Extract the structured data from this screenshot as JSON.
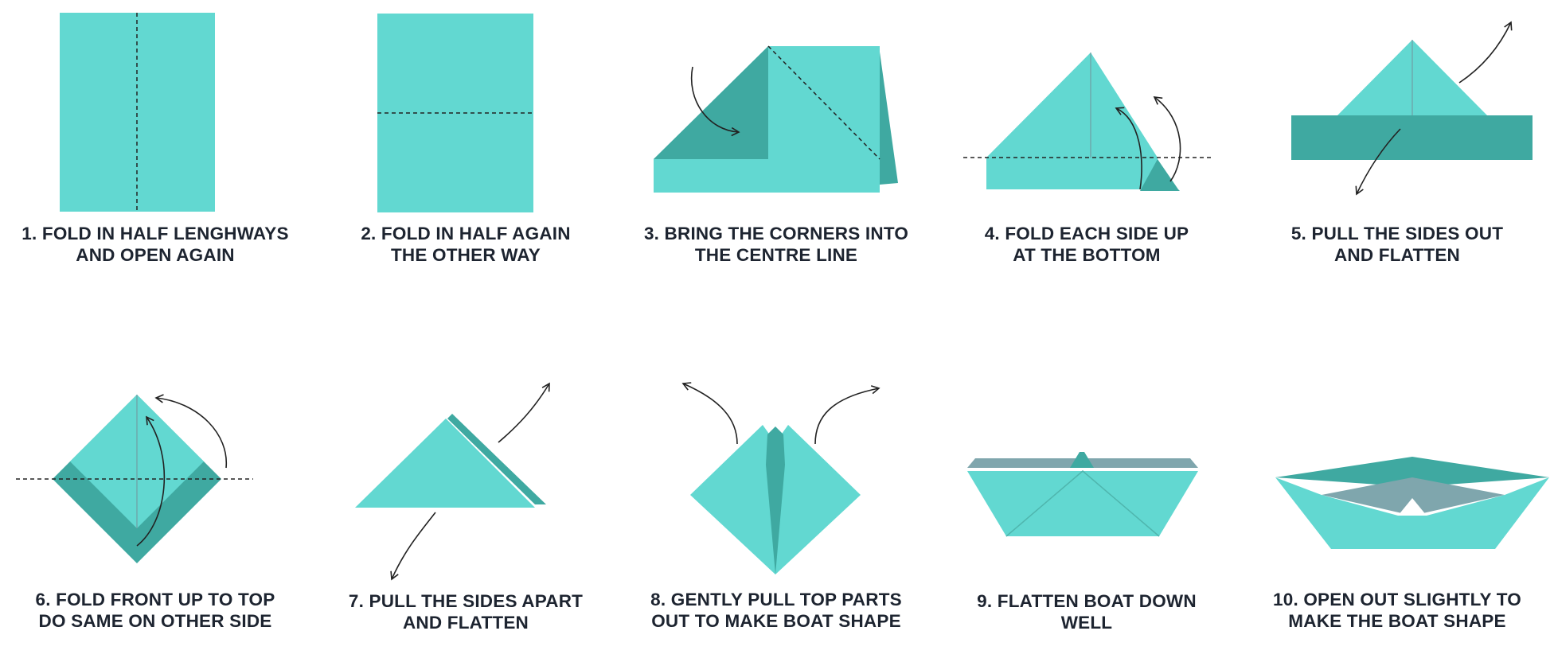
{
  "colors": {
    "paper": "#62d8d1",
    "paper_dark": "#3fa9a1",
    "paper_inner": "#7fa6ad",
    "text": "#1d2430",
    "line": "#222222"
  },
  "steps": [
    {
      "line1": "1. FOLD IN HALF LENGHWAYS",
      "line2": "AND OPEN AGAIN"
    },
    {
      "line1": "2. FOLD IN HALF AGAIN",
      "line2": "THE OTHER WAY"
    },
    {
      "line1": "3. BRING THE CORNERS INTO",
      "line2": "THE CENTRE LINE"
    },
    {
      "line1": "4. FOLD EACH SIDE UP",
      "line2": "AT THE BOTTOM"
    },
    {
      "line1": "5. PULL THE SIDES OUT",
      "line2": "AND FLATTEN"
    },
    {
      "line1": "6. FOLD FRONT UP TO TOP",
      "line2": "DO SAME ON OTHER SIDE"
    },
    {
      "line1": "7. PULL THE SIDES APART",
      "line2": "AND FLATTEN"
    },
    {
      "line1": "8. GENTLY PULL TOP PARTS",
      "line2": "OUT TO MAKE BOAT SHAPE"
    },
    {
      "line1": "9. FLATTEN BOAT DOWN",
      "line2": "WELL"
    },
    {
      "line1": "10. OPEN OUT SLIGHTLY TO",
      "line2": "MAKE THE BOAT SHAPE"
    }
  ]
}
